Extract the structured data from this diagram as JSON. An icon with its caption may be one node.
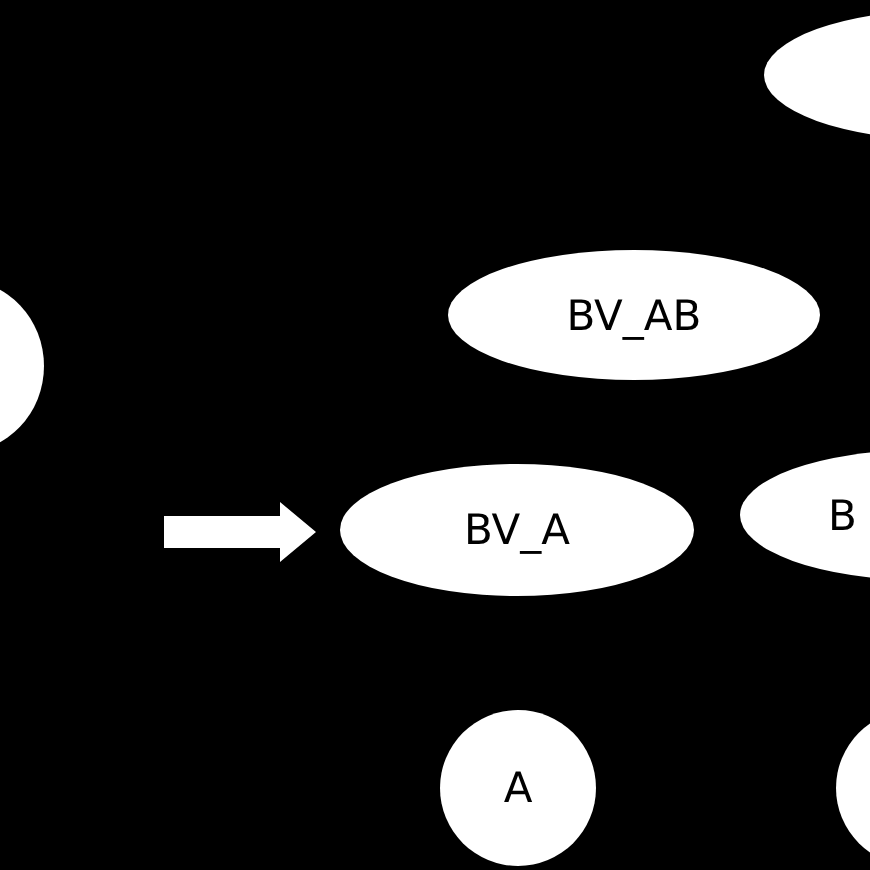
{
  "diagram": {
    "nodes": [
      {
        "text": [],
        "shape": "ellipse"
      },
      {
        "text": [],
        "shape": "ellipse"
      },
      {
        "text": [
          "BV_AB"
        ]
      },
      {
        "text": [
          "B"
        ]
      },
      {
        "text": [
          "BV_A"
        ]
      },
      {
        "text": [
          "A"
        ]
      },
      {
        "text": [],
        "shape": "circle"
      }
    ],
    "edges": [
      {
        "from": null,
        "to": 4,
        "arrow": "to",
        "style": "thick"
      }
    ]
  }
}
